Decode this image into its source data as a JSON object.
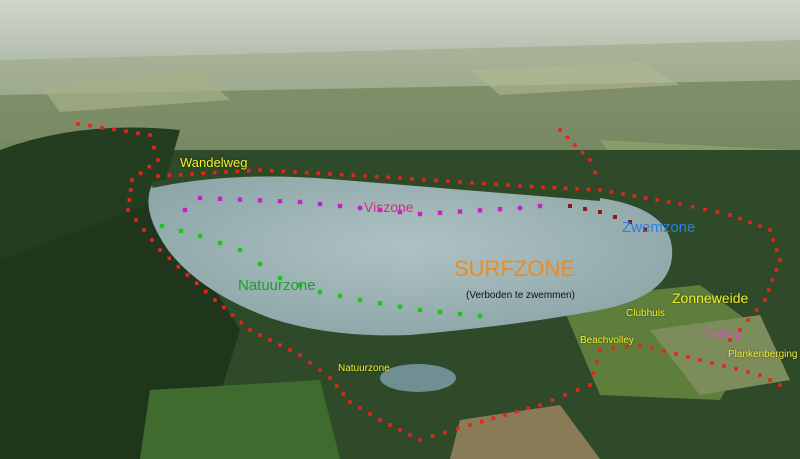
{
  "labels": {
    "wandelweg": "Wandelweg",
    "viszone": "Viszone",
    "zwemzone": "Zwemzone",
    "surfzone": "SURFZONE",
    "surfzone_note": "(Verboden te zwemmen)",
    "natuurzone_main": "Natuurzone",
    "natuurzone_small": "Natuurzone",
    "zonneweide": "Zonneweide",
    "clubhuis": "Clubhuis",
    "parking": "Parking",
    "beachvolley": "Beachvolley",
    "plankenberging": "Plankenberging"
  },
  "colors": {
    "wandelweg_route": "#e8231c",
    "viszone_markers": "#c623c6",
    "natuurzone_markers": "#1fc41f",
    "zwemzone_markers": "#8b1a1a",
    "lake": "#9fb6b8",
    "surfzone_label": "#f08a1c",
    "zwemzone_label": "#2a7fe6",
    "viszone_label": "#d42a8c",
    "natuurzone_label": "#1e9e2a",
    "yellow_label": "#f2ee2e"
  }
}
